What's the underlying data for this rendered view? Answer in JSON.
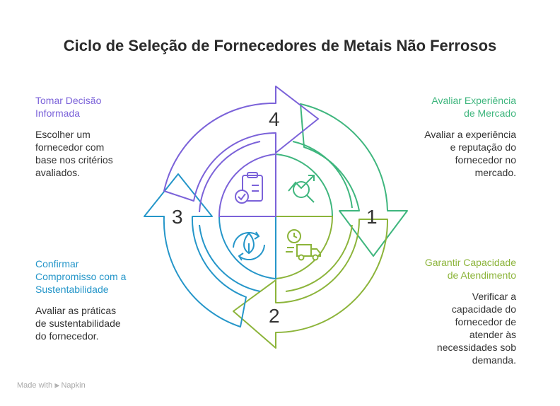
{
  "title": "Ciclo de Seleção de Fornecedores de Metais Não Ferrosos",
  "steps": [
    {
      "number": "1",
      "title_line1": "Avaliar Experiência",
      "title_line2": "de Mercado",
      "desc_lines": [
        "Avaliar a experiência",
        "e reputação do",
        "fornecedor no",
        "mercado."
      ],
      "color": "#3fb67e",
      "icon": "chart-magnifier-icon"
    },
    {
      "number": "2",
      "title_line1": "Garantir Capacidade",
      "title_line2": "de Atendimento",
      "desc_lines": [
        "Verificar a",
        "capacidade do",
        "fornecedor de",
        "atender às",
        "necessidades sob",
        "demanda."
      ],
      "color": "#8cb43a",
      "icon": "delivery-truck-icon"
    },
    {
      "number": "3",
      "title_line1": "Confirmar",
      "title_line2": "Compromisso com a",
      "title_line3": "Sustentabilidade",
      "desc_lines": [
        "Avaliar as práticas",
        "de sustentabilidade",
        "do fornecedor."
      ],
      "color": "#2596c9",
      "icon": "leaf-recycle-icon"
    },
    {
      "number": "4",
      "title_line1": "Tomar Decisão",
      "title_line2": "Informada",
      "desc_lines": [
        "Escolher um",
        "fornecedor com",
        "base nos critérios",
        "avaliados."
      ],
      "color": "#7b62d9",
      "icon": "clipboard-check-icon"
    }
  ],
  "watermark": {
    "prefix": "Made with",
    "brand": "Napkin"
  }
}
